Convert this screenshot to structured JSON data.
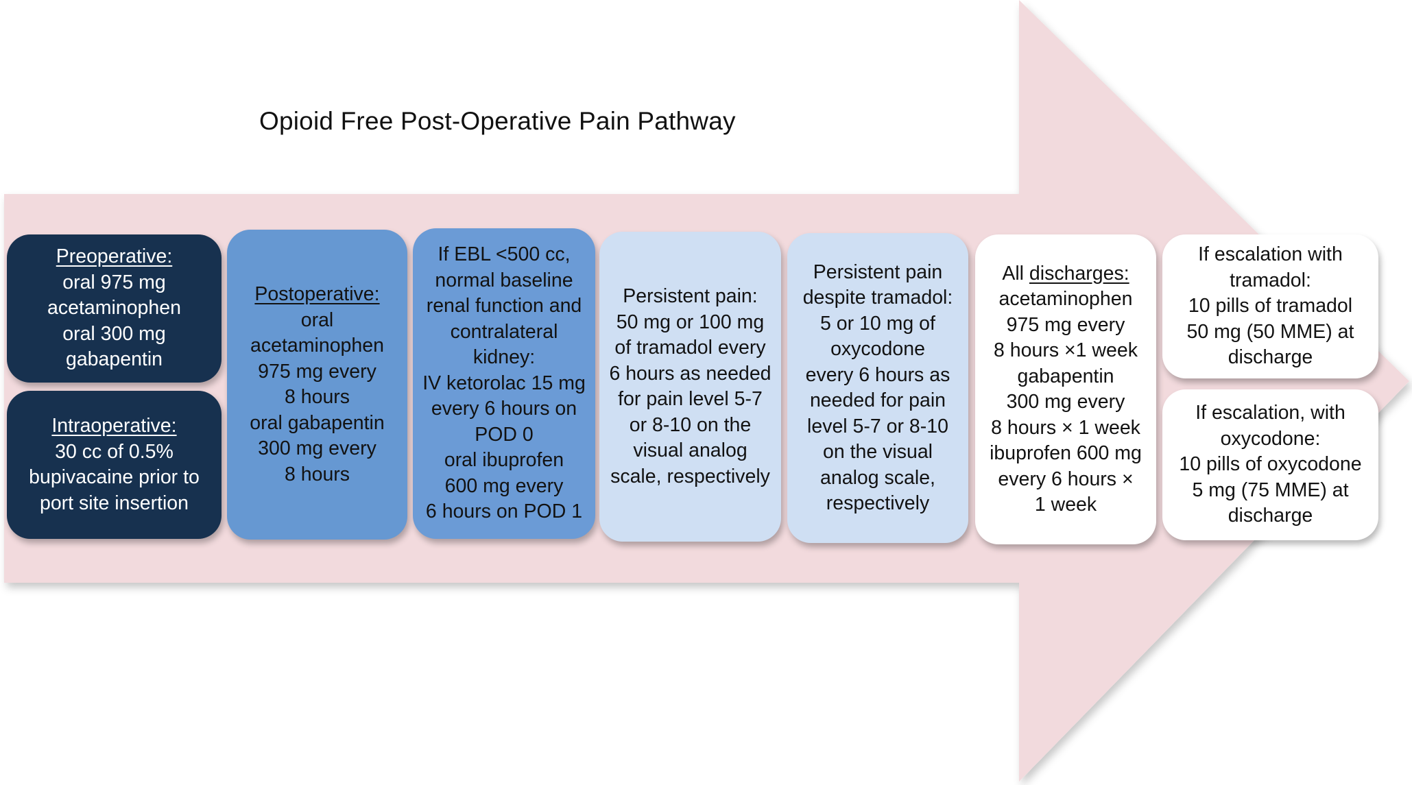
{
  "title": "Opioid Free Post-Operative Pain Pathway",
  "colors": {
    "arrow": "#f2dadd",
    "dark_box": "#17314f",
    "mid_box": "#6698d2",
    "light_box": "#cfdff3",
    "white_box": "#ffffff"
  },
  "steps": {
    "preoperative": {
      "heading": "Preoperative:",
      "lines": [
        "oral 975 mg",
        "acetaminophen",
        "oral 300 mg",
        "gabapentin"
      ]
    },
    "intraoperative": {
      "heading": "Intraoperative:",
      "lines": [
        "30 cc of 0.5%",
        "bupivacaine prior to",
        "port site insertion"
      ]
    },
    "postoperative": {
      "heading": "Postoperative:",
      "lines": [
        "oral",
        "acetaminophen",
        "975 mg every",
        "8 hours",
        "oral gabapentin",
        "300 mg every",
        "8 hours"
      ]
    },
    "ketorolac": {
      "lines": [
        "If EBL <500 cc,",
        "normal baseline",
        "renal function and",
        "contralateral",
        "kidney:",
        "IV ketorolac 15 mg",
        "every 6 hours on",
        "POD 0",
        "oral ibuprofen",
        "600 mg every",
        "6 hours on POD 1"
      ]
    },
    "tramadol": {
      "lines": [
        "Persistent pain:",
        "50 mg or 100 mg",
        "of tramadol every",
        "6 hours as needed",
        "for pain level 5-7",
        "or 8-10 on the",
        "visual analog",
        "scale, respectively"
      ]
    },
    "oxycodone": {
      "lines": [
        "Persistent pain",
        "despite tramadol:",
        "5 or 10 mg of",
        "oxycodone",
        "every 6 hours as",
        "needed for pain",
        "level 5-7 or 8-10",
        "on the visual",
        "analog scale,",
        "respectively"
      ]
    },
    "discharges": {
      "prefix": "All ",
      "heading": "discharges:",
      "lines": [
        "acetaminophen",
        "975 mg every",
        "8 hours ×1 week",
        "gabapentin",
        "300 mg every",
        "8 hours × 1 week",
        "ibuprofen 600 mg",
        "every 6 hours ×",
        "1 week"
      ]
    },
    "escalation_tramadol": {
      "lines": [
        "If escalation with",
        "tramadol:",
        "10 pills of tramadol",
        "50 mg (50 MME) at",
        "discharge"
      ]
    },
    "escalation_oxycodone": {
      "lines": [
        "If escalation, with",
        "oxycodone:",
        "10 pills of oxycodone",
        "5 mg (75 MME) at",
        "discharge"
      ]
    }
  }
}
